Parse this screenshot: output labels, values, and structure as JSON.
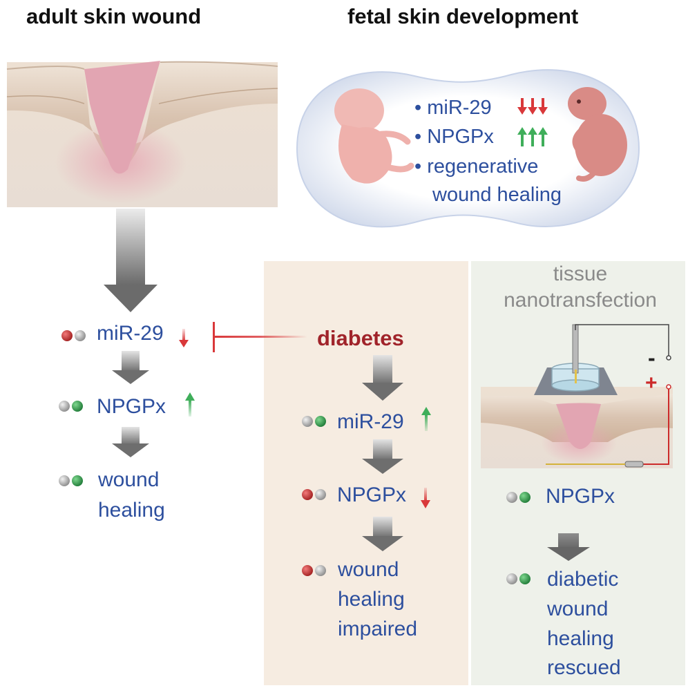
{
  "headings": {
    "left": "adult skin wound",
    "right": "fetal skin development"
  },
  "fetal": {
    "items": [
      "miR-29",
      "NPGPx",
      "regenerative"
    ],
    "continuation": "wound healing",
    "mir29_trend": "down",
    "npgpx_trend": "up"
  },
  "adult": {
    "mir29": "miR-29",
    "npgpx": "NPGPx",
    "healing_line1": "wound",
    "healing_line2": "healing"
  },
  "diabetes": {
    "label": "diabetes",
    "mir29": "miR-29",
    "npgpx": "NPGPx",
    "line1": "wound",
    "line2": "healing",
    "line3": "impaired"
  },
  "nanotransfection": {
    "title_line1": "tissue",
    "title_line2": "nanotransfection",
    "minus": "-",
    "plus": "+",
    "npgpx": "NPGPx",
    "line1": "diabetic",
    "line2": "wound",
    "line3": "healing",
    "line4": "rescued"
  },
  "colors": {
    "blue_text": "#2d4f9e",
    "red": "#cc2a2a",
    "green": "#3fae5a",
    "diabetes": "#a0232a",
    "panel_diabetes": "#f6ece1",
    "panel_nano": "#eef1ea"
  }
}
